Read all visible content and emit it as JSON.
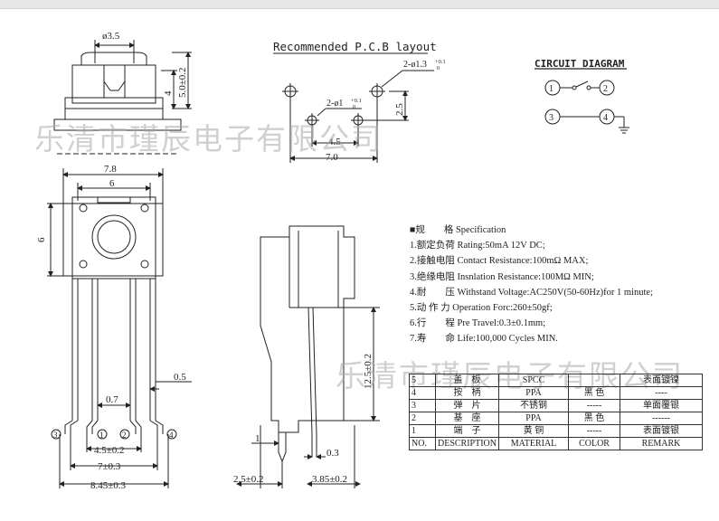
{
  "watermark": "乐清市瑾辰电子有限公司",
  "top_view": {
    "dim_diameter": "ø3.5",
    "dim_4": "4",
    "dim_height": "5.0±0.2"
  },
  "pcb_layout": {
    "title": "Recommended P.C.B layout",
    "hole_large": "2-ø1.3",
    "hole_large_tol": "+0.1",
    "hole_large_tol2": "0",
    "hole_small": "2-ø1",
    "hole_small_tol": "+0.1",
    "hole_small_tol2": "0",
    "dim_pitch_v": "2.5",
    "dim_inner": "4.5",
    "dim_outer": "7.0"
  },
  "circuit": {
    "title": "CIRCUIT DIAGRAM",
    "t1": "1",
    "t2": "2",
    "t3": "3",
    "t4": "4"
  },
  "front_view": {
    "dim_width": "7.8",
    "dim_inner": "6",
    "dim_side": "6",
    "dim_pin": "0.5",
    "dim_gap": "0.7",
    "dim_45": "4.5±0.2",
    "dim_7": "7±0.3",
    "dim_845": "8.45±0.3",
    "pin1": "1",
    "pin2": "2",
    "pin3": "3",
    "pin4": "4"
  },
  "side_view": {
    "dim_height": "12.5±0.2",
    "dim_1": "1",
    "dim_03": "0.3",
    "dim_25": "2.5±0.2",
    "dim_385": "3.85±0.2"
  },
  "spec": {
    "header": "■规　　格 Specification",
    "lines": [
      "1.额定负荷 Rating:50mA 12V DC;",
      "2.接触电阻 Contact Resistance:100mΩ  MAX;",
      "3.绝缘电阻 Insnlation Resistance:100MΩ  MIN;",
      "4.耐　　压 Withstand Voltage:AC250V(50-60Hz)for 1 minute;",
      "5.动 作 力 Operation Forc:260±50gf;",
      "6.行　　程 Pre Travel:0.3±0.1mm;",
      "7.寿　　命 Life:100,000 Cycles MIN."
    ]
  },
  "bom": {
    "rows": [
      [
        "5",
        "盖　板",
        "SPCC",
        "",
        "表面镀镍"
      ],
      [
        "4",
        "按　柄",
        "PPA",
        "黑 色",
        "----"
      ],
      [
        "3",
        "弹　片",
        "不锈钢",
        "-----",
        "单面覆银"
      ],
      [
        "2",
        "基　座",
        "PPA",
        "黑 色",
        "------"
      ],
      [
        "1",
        "端　子",
        "黄 铜",
        "-----",
        "表面镀银"
      ],
      [
        "NO.",
        "DESCRIPTION",
        "MATERIAL",
        "COLOR",
        "REMARK"
      ]
    ]
  }
}
